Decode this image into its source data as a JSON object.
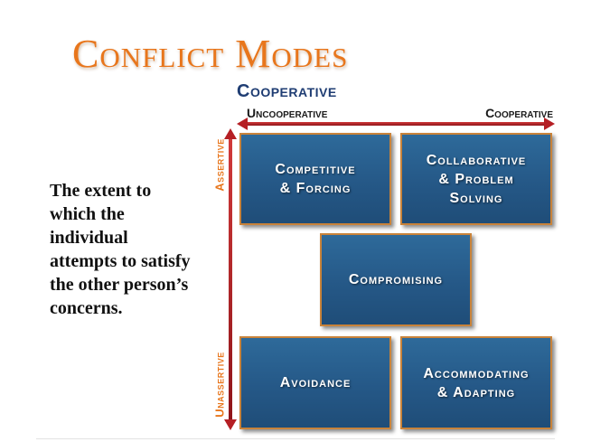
{
  "title": "Conflict Modes",
  "axis_title": "Cooperative",
  "horizontal_axis": {
    "left_label": "Uncooperative",
    "right_label": "Cooperative"
  },
  "vertical_axis": {
    "top_label": "Assertive",
    "bottom_label": "Unassertive"
  },
  "description": "The extent to which the individual attempts to satisfy the other person’s concerns.",
  "modes": {
    "competitive": "Competitive\n& Forcing",
    "collaborative": "Collaborative\n& Problem\nSolving",
    "compromising": "Compromising",
    "avoidance": "Avoidance",
    "accommodating": "Accommodating\n& Adapting"
  },
  "colors": {
    "title": "#e8761c",
    "axis_title": "#1f3d73",
    "arrow": "#b51f24",
    "box_fill": "#255887",
    "box_border": "#c9833a",
    "vertical_label": "#e8761c"
  }
}
